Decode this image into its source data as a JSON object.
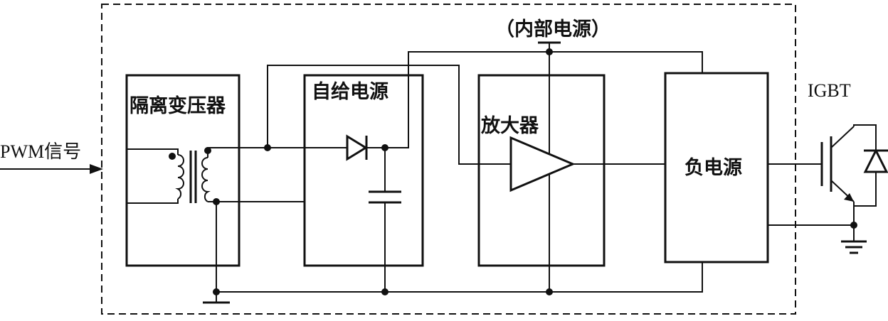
{
  "labels": {
    "pwm_signal": "PWM信号",
    "isolation_transformer": "隔离变压器",
    "self_power_supply": "自给电源",
    "amplifier": "放大器",
    "negative_power_supply": "负电源",
    "internal_power_supply": "（内部电源）",
    "igbt": "IGBT"
  }
}
